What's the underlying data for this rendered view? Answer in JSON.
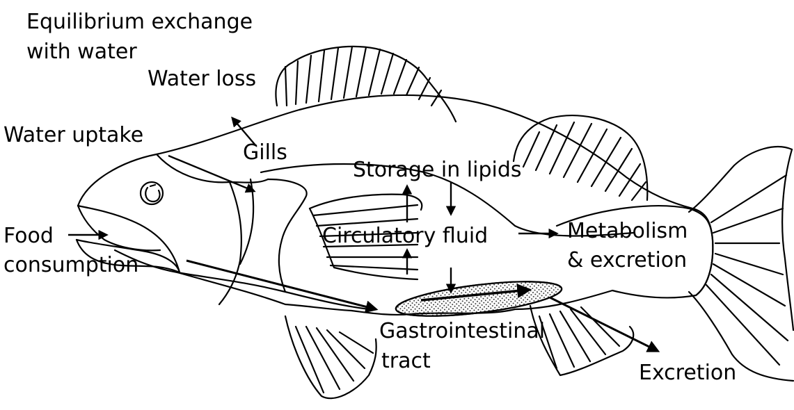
{
  "labels": {
    "equilibrium_line1": "Equilibrium exchange",
    "equilibrium_line2": "with water",
    "water_loss": "Water loss",
    "water_uptake": "Water uptake",
    "gills": "Gills",
    "storage": "Storage in lipids",
    "food_line1": "Food",
    "food_line2": "consumption",
    "circulatory": "Circulatory fluid",
    "metabolism_line1": "Metabolism",
    "metabolism_line2": "& excretion",
    "gi_line1": "Gastrointestinal",
    "gi_line2": "tract",
    "excretion": "Excretion"
  }
}
